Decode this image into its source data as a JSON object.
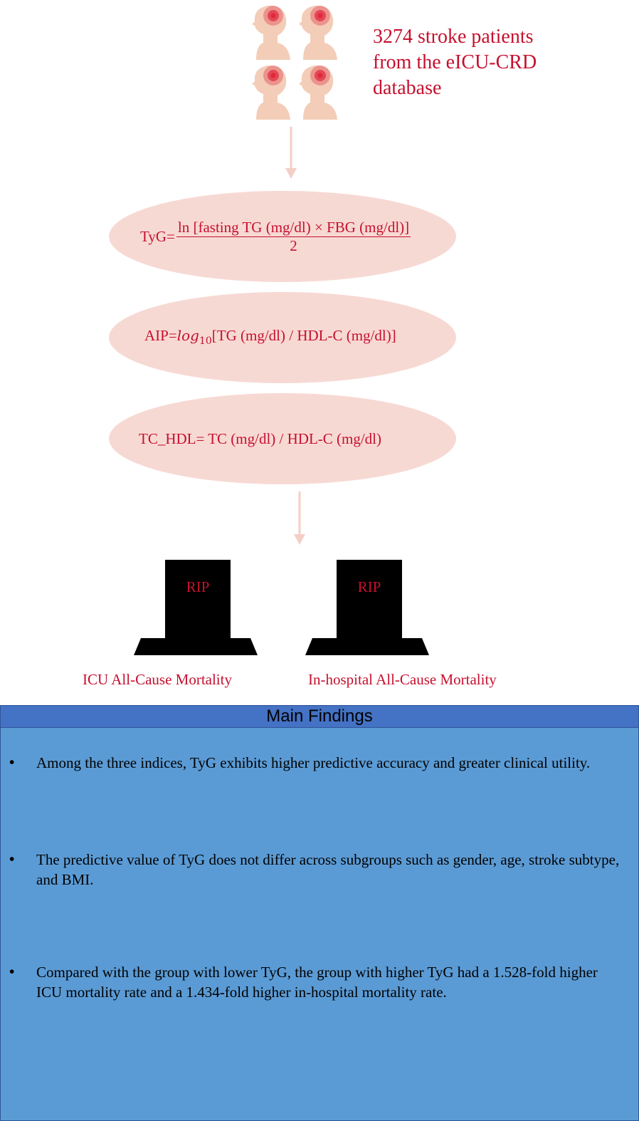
{
  "cohort": {
    "lines": [
      "3274 stroke patients",
      "from the eICU-CRD",
      "database"
    ],
    "icon": "stroke-head-icon"
  },
  "formulas": {
    "tyg": {
      "lhs": "TyG=",
      "numerator": "ln [fasting TG (mg/dl) × FBG (mg/dl)]",
      "denominator": "2"
    },
    "aip": {
      "prefix": "AIP=",
      "log": "log",
      "base": "10",
      "rest": "[TG (mg/dl) / HDL-C (mg/dl)]"
    },
    "tc_hdl": "TC_HDL= TC (mg/dl) / HDL-C (mg/dl)"
  },
  "outcomes": [
    {
      "tomb_label": "RIP",
      "label": "ICU All-Cause Mortality",
      "icon": "tombstone-icon"
    },
    {
      "tomb_label": "RIP",
      "label": "In-hospital All-Cause Mortality",
      "icon": "tombstone-icon"
    }
  ],
  "findings": {
    "title": "Main Findings",
    "bullet_symbol": "•",
    "items": [
      "Among the three indices, TyG exhibits higher predictive accuracy and greater clinical utility.",
      "The predictive value of TyG does not differ across subgroups such as gender, age, stroke subtype, and BMI.",
      "Compared with the group with lower TyG, the group with higher TyG had a 1.528-fold higher ICU mortality rate and a 1.434-fold higher in-hospital mortality rate."
    ]
  },
  "colors": {
    "accent_red": "#c5102f",
    "ellipse_fill": "#f7d9d3",
    "arrow": "#f4cfc7",
    "findings_bg": "#5b9bd5",
    "findings_header": "#4472c4",
    "skin": "#f3cdb8",
    "stroke_spot": "#e0283c"
  }
}
